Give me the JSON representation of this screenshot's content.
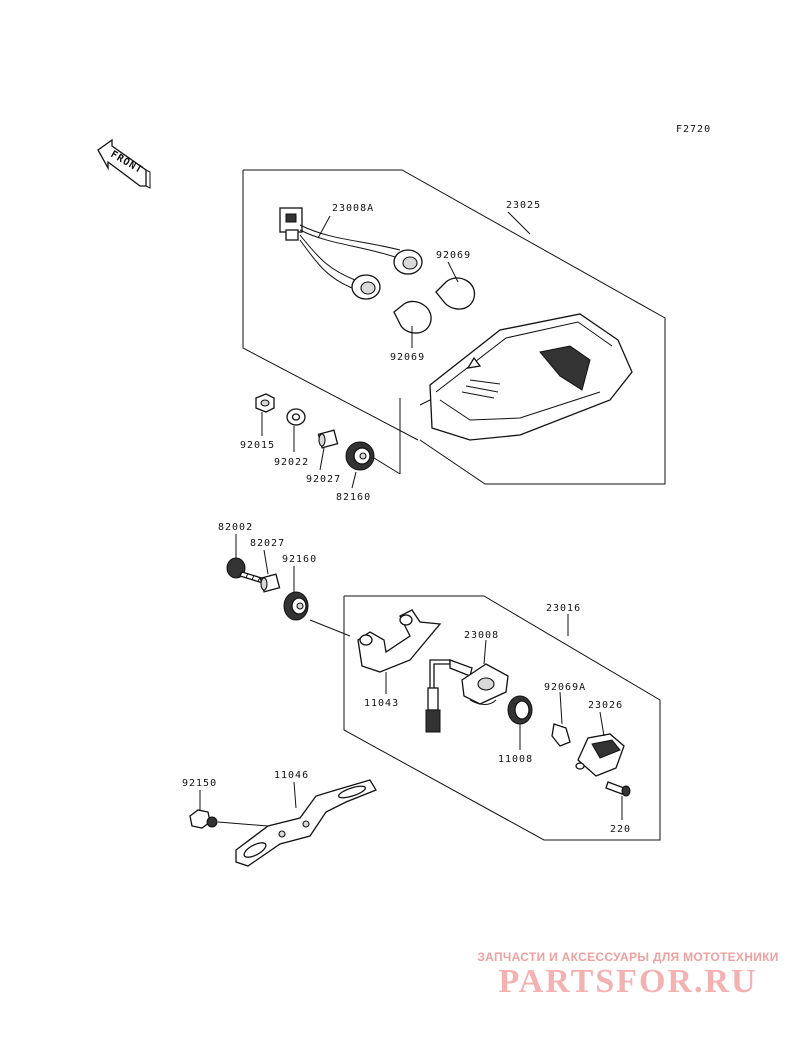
{
  "figure_code": "F2720",
  "front_arrow_label": "FRONT",
  "parts": {
    "p23025": "23025",
    "p23008A": "23008A",
    "p92069_a": "92069",
    "p92069_b": "92069",
    "p92015": "92015",
    "p92022": "92022",
    "p92027_a": "92027",
    "p82160": "82160",
    "p82002": "82002",
    "p82027": "82027",
    "p92160": "92160",
    "p23016": "23016",
    "p23008": "23008",
    "p11043": "11043",
    "p92069A": "92069A",
    "p23026": "23026",
    "p11008": "11008",
    "p220": "220",
    "p92150": "92150",
    "p11046": "11046"
  },
  "watermark": {
    "subtitle": "ЗАПЧАСТИ И АКСЕССУАРЫ ДЛЯ МОТОТЕХНИКИ",
    "brand": "PARTSFOR.RU"
  }
}
